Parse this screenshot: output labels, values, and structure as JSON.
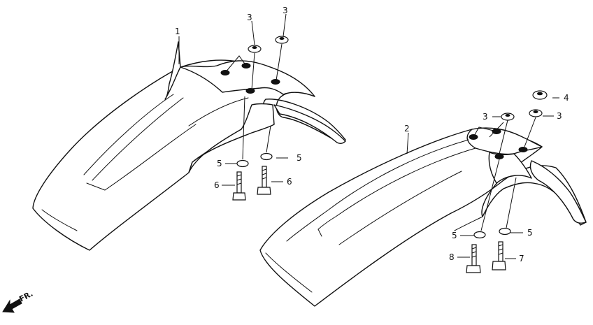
{
  "diagram": {
    "callouts": {
      "c1": "1",
      "c2": "2",
      "c3a": "3",
      "c3b": "3",
      "c3c": "3",
      "c3d": "3",
      "c4": "4",
      "c5a": "5",
      "c5b": "5",
      "c5c": "5",
      "c5d": "5",
      "c6a": "6",
      "c6b": "6",
      "c7": "7",
      "c8": "8"
    },
    "direction_label": "FR."
  }
}
